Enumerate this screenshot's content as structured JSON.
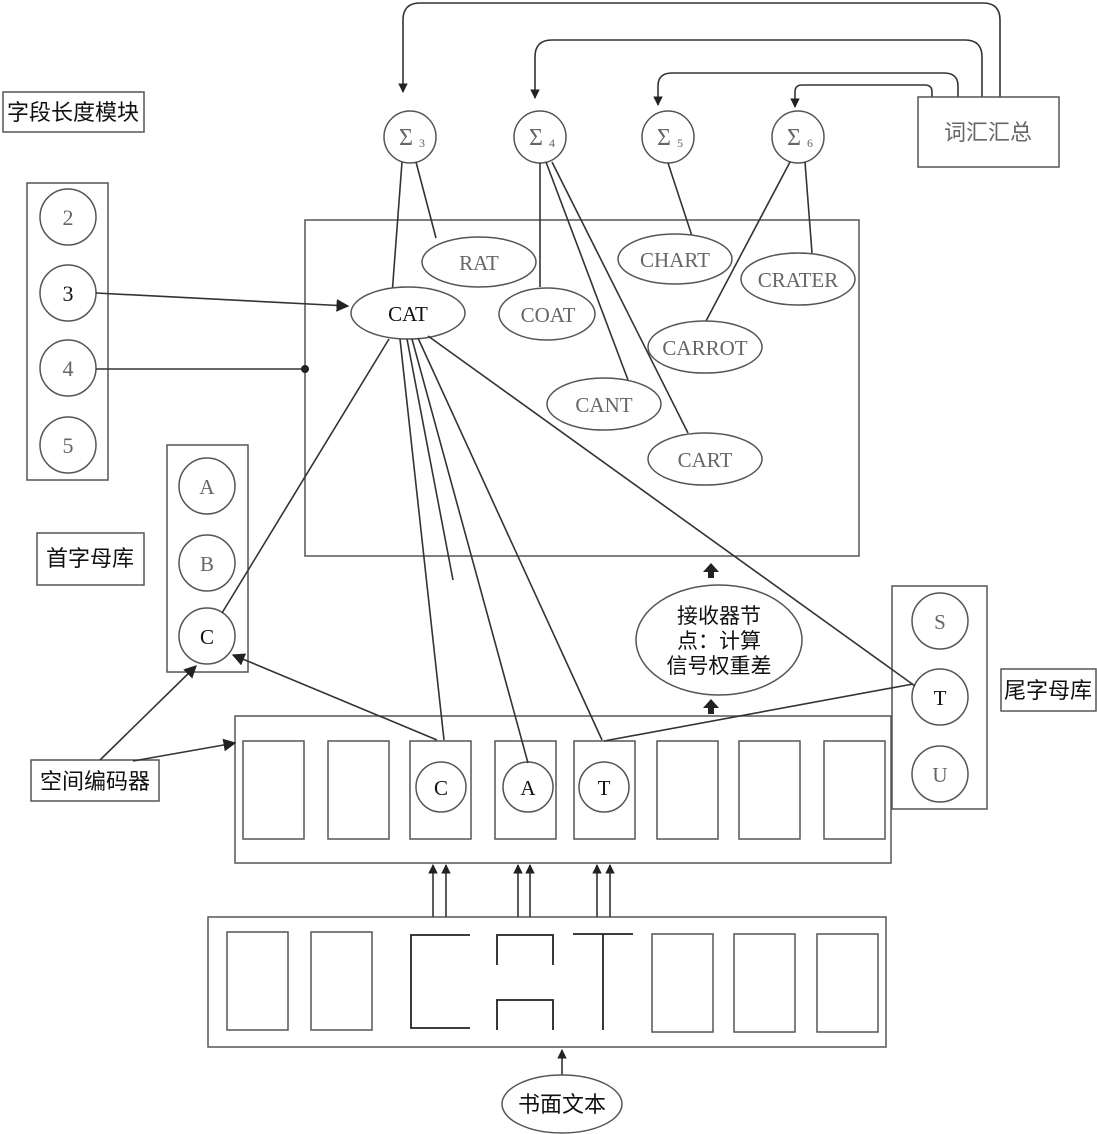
{
  "labels": {
    "field_length_module": "字段长度模块",
    "first_letter_bank": "首字母库",
    "last_letter_bank": "尾字母库",
    "spatial_encoder": "空间编码器",
    "vocabulary_summary": "词汇汇总",
    "receiver_node_line1": "接收器节",
    "receiver_node_line2": "点：计算",
    "receiver_node_line3": "信号权重差",
    "written_text": "书面文本"
  },
  "length_nodes": [
    "2",
    "3",
    "4",
    "5"
  ],
  "first_letters": [
    "A",
    "B",
    "C"
  ],
  "last_letters": [
    "S",
    "T",
    "U"
  ],
  "sum_nodes": [
    {
      "symbol": "Σ",
      "sub": "3"
    },
    {
      "symbol": "Σ",
      "sub": "4"
    },
    {
      "symbol": "Σ",
      "sub": "5"
    },
    {
      "symbol": "Σ",
      "sub": "6"
    }
  ],
  "words": {
    "cat": "CAT",
    "rat": "RAT",
    "coat": "COAT",
    "chart": "CHART",
    "crater": "CRATER",
    "carrot": "CARROT",
    "cant": "CANT",
    "cart": "CART"
  },
  "encoder_letters": [
    "C",
    "A",
    "T"
  ]
}
